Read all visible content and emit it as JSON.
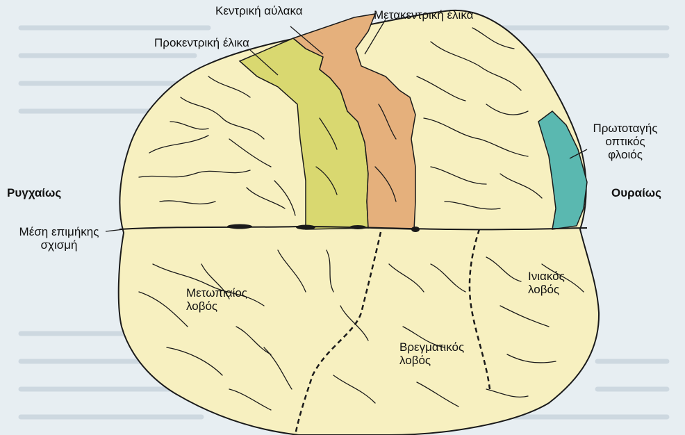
{
  "labels": {
    "central_sulcus": "Κεντρική αύλακα",
    "postcentral_gyrus": "Μετακεντρική έλικα",
    "precentral_gyrus": "Προκεντρική έλικα",
    "primary_visual_cortex": [
      "Πρωτοταγής",
      "οπτικός",
      "φλοιός"
    ],
    "rostral": "Ρυγχαίως",
    "caudal": "Ουραίως",
    "longitudinal_fissure": [
      "Μέση επιμήκης",
      "σχισμή"
    ],
    "frontal_lobe": [
      "Μετωπιαίος",
      "λοβός"
    ],
    "parietal_lobe": [
      "Βρεγματικός",
      "λοβός"
    ],
    "occipital_lobe": [
      "Ινιακός",
      "λοβός"
    ]
  },
  "colors": {
    "cortex": "#f7f0c0",
    "precentral": "#d9d870",
    "postcentral": "#e5b07c",
    "visual": "#5ab8b0",
    "background_page": "#e7eef2",
    "outline": "#1a1a1a"
  }
}
